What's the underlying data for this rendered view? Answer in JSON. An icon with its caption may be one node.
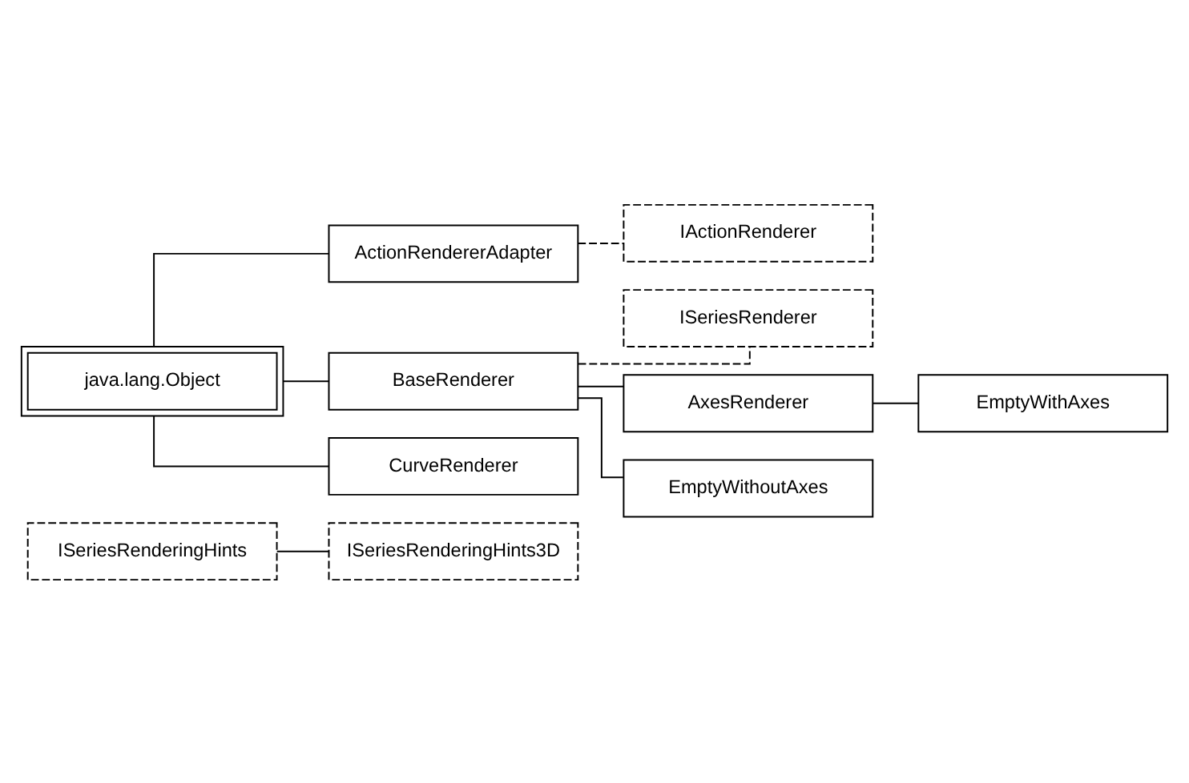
{
  "diagram": {
    "nodes": [
      {
        "text": [
          "ISeriesRenderingHints"
        ]
      },
      {
        "text": [
          "ISeriesRenderingHints3D"
        ]
      },
      {
        "text": [
          "java.lang.Object"
        ]
      },
      {
        "text": [
          "ActionRendererAdapter"
        ]
      },
      {
        "text": [
          "IActionRenderer"
        ]
      },
      {
        "text": [
          "BaseRenderer"
        ]
      },
      {
        "text": [
          "ISeriesRenderer"
        ]
      },
      {
        "text": [
          "AxesRenderer"
        ]
      },
      {
        "text": [
          "EmptyWithAxes"
        ]
      },
      {
        "text": [
          "EmptyWithoutAxes"
        ]
      },
      {
        "text": [
          "CurveRenderer"
        ]
      }
    ],
    "edges": [
      {
        "from": 0,
        "to": 1,
        "arrow": "none"
      },
      {
        "from": 2,
        "to": 3,
        "arrow": "none"
      },
      {
        "from": 3,
        "to": 4,
        "arrow": "none",
        "style": "dashed"
      },
      {
        "from": 2,
        "to": 5,
        "arrow": "none"
      },
      {
        "from": 5,
        "to": 6,
        "arrow": "none",
        "style": "dashed"
      },
      {
        "from": 5,
        "to": 7,
        "arrow": "none"
      },
      {
        "from": 7,
        "to": 8,
        "arrow": "none"
      },
      {
        "from": 5,
        "to": 9,
        "arrow": "none"
      },
      {
        "from": 2,
        "to": 10,
        "arrow": "none"
      }
    ]
  }
}
